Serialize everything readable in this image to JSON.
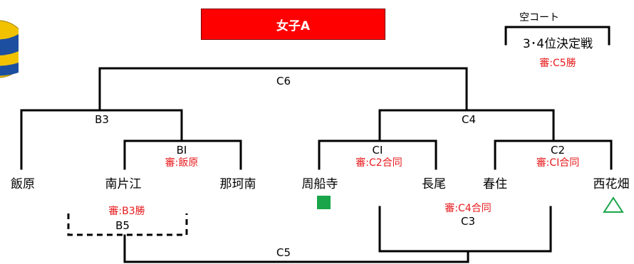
{
  "title": "女子A",
  "court": {
    "label": "空コート",
    "third_place": "3･4位決定戦",
    "third_place_ref": "審:C5勝"
  },
  "teams": [
    "飯原",
    "南片江",
    "那珂南",
    "周船寺",
    "長尾",
    "春住",
    "西花畑"
  ],
  "matches": {
    "C6": "C6",
    "B3": "B3",
    "B1": "BⅠ",
    "B1_ref": "審:飯原",
    "C4": "C4",
    "C1": "CⅠ",
    "C1_ref": "審:C2合同",
    "C2": "C2",
    "C2_ref": "審:CⅠ合同",
    "B5": "B5",
    "B5_ref": "審:B3勝",
    "C3": "C3",
    "C3_ref": "審:C4合同",
    "C5": "C5"
  },
  "colors": {
    "title_bg": "#ff0000",
    "ref_text": "#e8191c",
    "square_marker": "#1aa54a",
    "triangle_marker": "#1aa54a"
  },
  "icons": {
    "logo": "volleyball-icon",
    "marker_1": "green-square-icon",
    "marker_2": "green-triangle-outline-icon"
  }
}
